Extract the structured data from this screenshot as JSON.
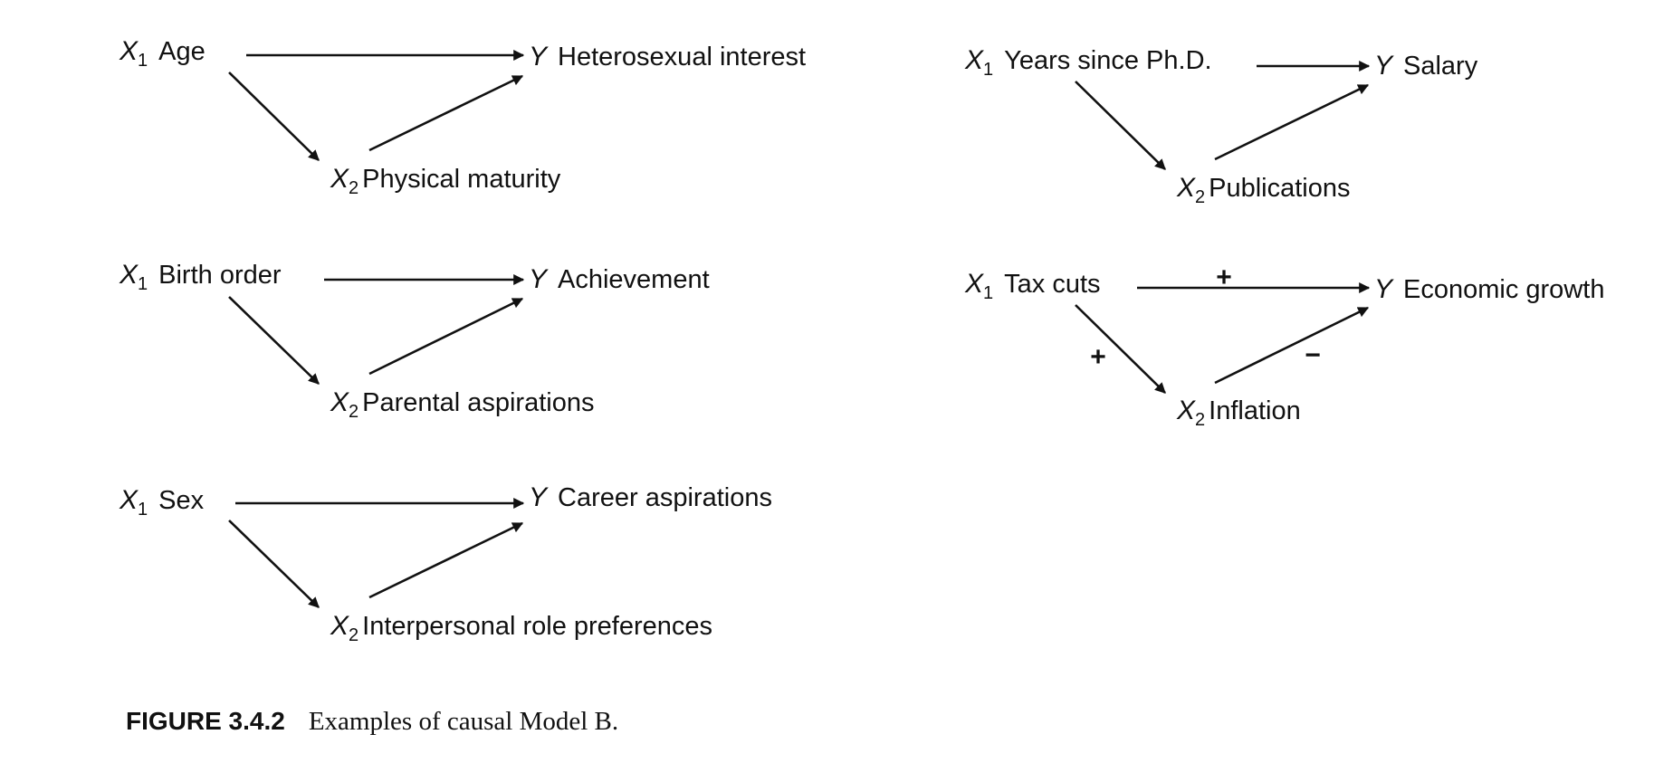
{
  "diagrams": [
    {
      "x1": {
        "symbol": "X",
        "sub": "1",
        "label": "Age"
      },
      "x2": {
        "symbol": "X",
        "sub": "2",
        "label": "Physical maturity"
      },
      "y": {
        "symbol": "Y",
        "label": "Heterosexual interest"
      }
    },
    {
      "x1": {
        "symbol": "X",
        "sub": "1",
        "label": "Birth order"
      },
      "x2": {
        "symbol": "X",
        "sub": "2",
        "label": "Parental aspirations"
      },
      "y": {
        "symbol": "Y",
        "label": "Achievement"
      }
    },
    {
      "x1": {
        "symbol": "X",
        "sub": "1",
        "label": "Sex"
      },
      "x2": {
        "symbol": "X",
        "sub": "2",
        "label": "Interpersonal role preferences"
      },
      "y": {
        "symbol": "Y",
        "label": "Career aspirations"
      }
    },
    {
      "x1": {
        "symbol": "X",
        "sub": "1",
        "label": "Years since Ph.D."
      },
      "x2": {
        "symbol": "X",
        "sub": "2",
        "label": "Publications"
      },
      "y": {
        "symbol": "Y",
        "label": "Salary"
      }
    },
    {
      "x1": {
        "symbol": "X",
        "sub": "1",
        "label": "Tax cuts"
      },
      "x2": {
        "symbol": "X",
        "sub": "2",
        "label": "Inflation"
      },
      "y": {
        "symbol": "Y",
        "label": "Economic growth"
      },
      "signs": {
        "x1_y": "+",
        "x1_x2": "+",
        "x2_y": "−"
      }
    }
  ],
  "caption": {
    "label": "FIGURE 3.4.2",
    "text": "Examples of causal Model B."
  }
}
